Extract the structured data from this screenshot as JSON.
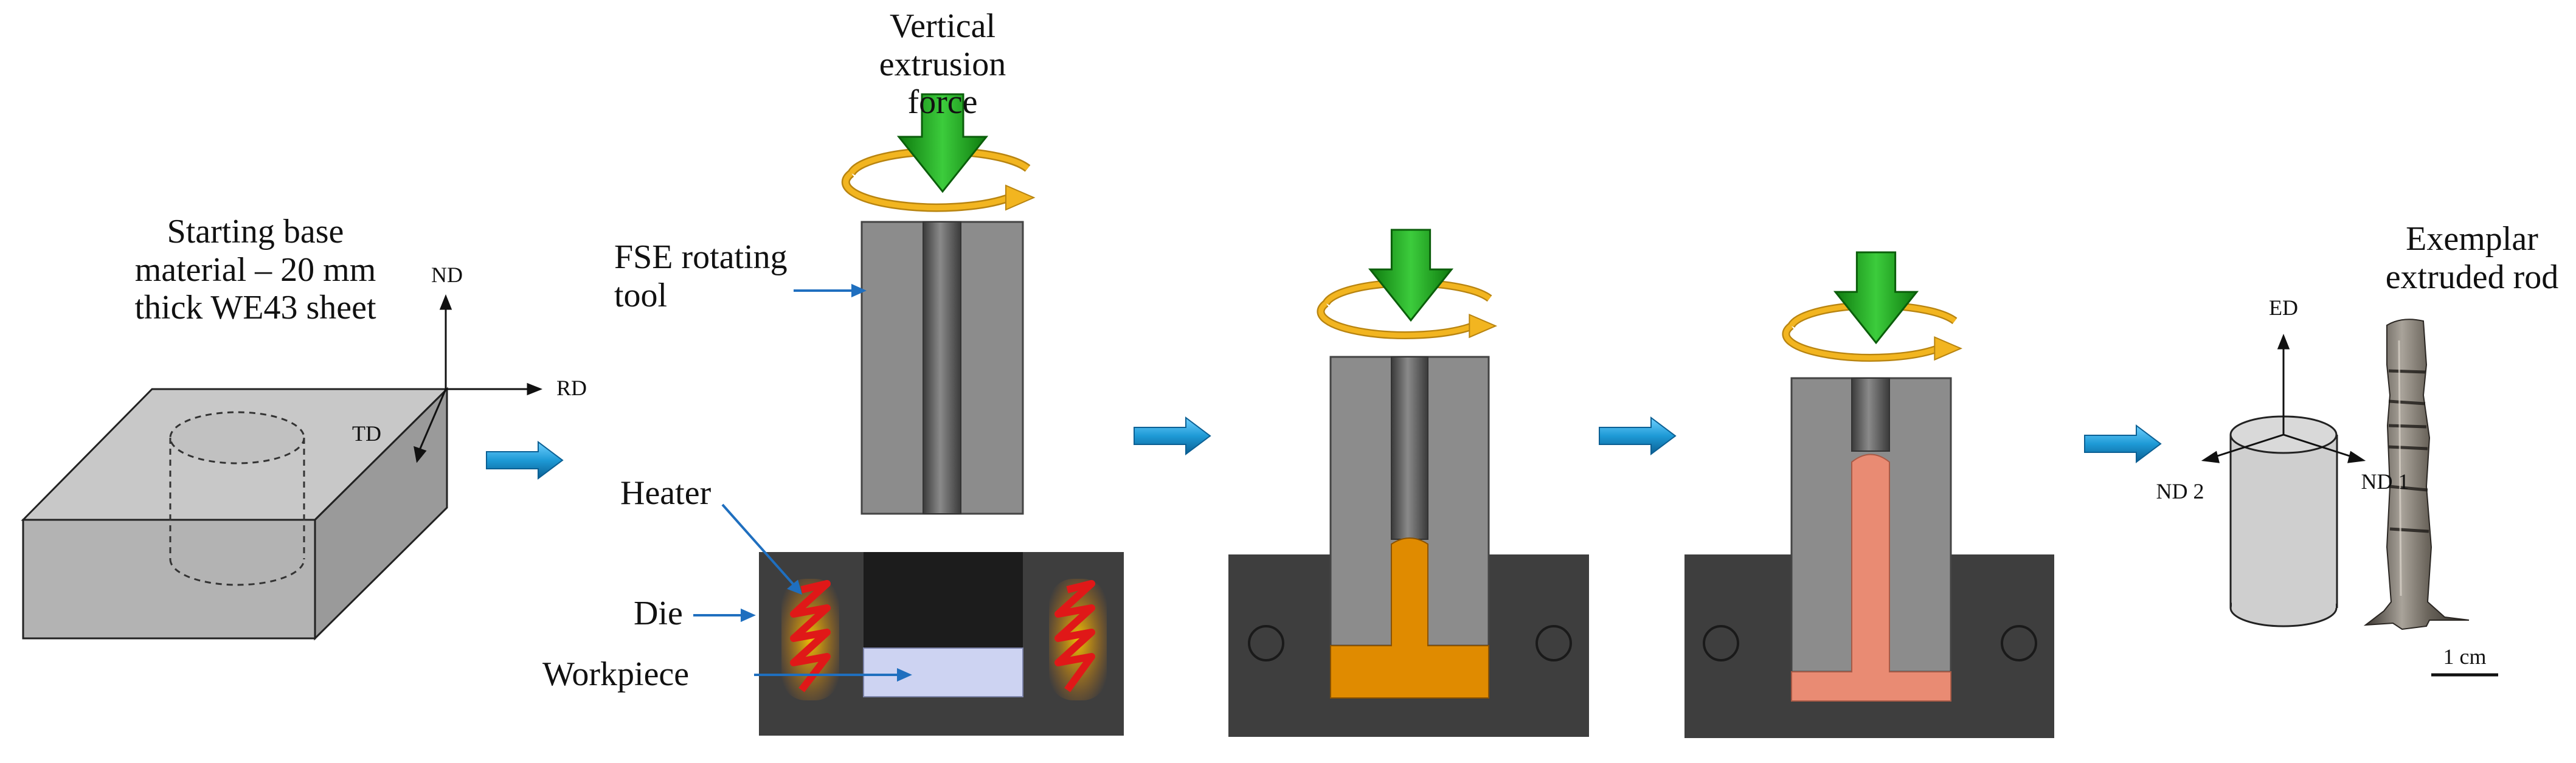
{
  "title_force": "Vertical\nextrusion force",
  "base_material": "Starting base\nmaterial – 20 mm\nthick WE43 sheet",
  "axes_sheet": {
    "nd": "ND",
    "rd": "RD",
    "td": "TD"
  },
  "labels": {
    "tool": "FSE rotating\ntool",
    "heater": "Heater",
    "die": "Die",
    "workpiece": "Workpiece"
  },
  "rod": {
    "title": "Exemplar\nextruded rod",
    "ed": "ED",
    "nd1": "ND 1",
    "nd2": "ND 2",
    "scale": "1 cm"
  },
  "colors": {
    "tool_gray": "#8c8c8c",
    "tool_bore": "#555555",
    "die_dark": "#3c3c3c",
    "workpiece_blue": "#cdd3f2",
    "orange_material": "#e08b00",
    "salmon_material": "#e98b73",
    "force_arrow_green": "#20a020",
    "rotation_arrow_gold": "#f2b520",
    "process_arrow_blue": "#1e9ad6",
    "heater_red": "#e01818"
  },
  "icons": [
    "force-arrow-icon",
    "rotation-arrow-icon",
    "process-arrow-icon",
    "heater-coil-icon"
  ]
}
